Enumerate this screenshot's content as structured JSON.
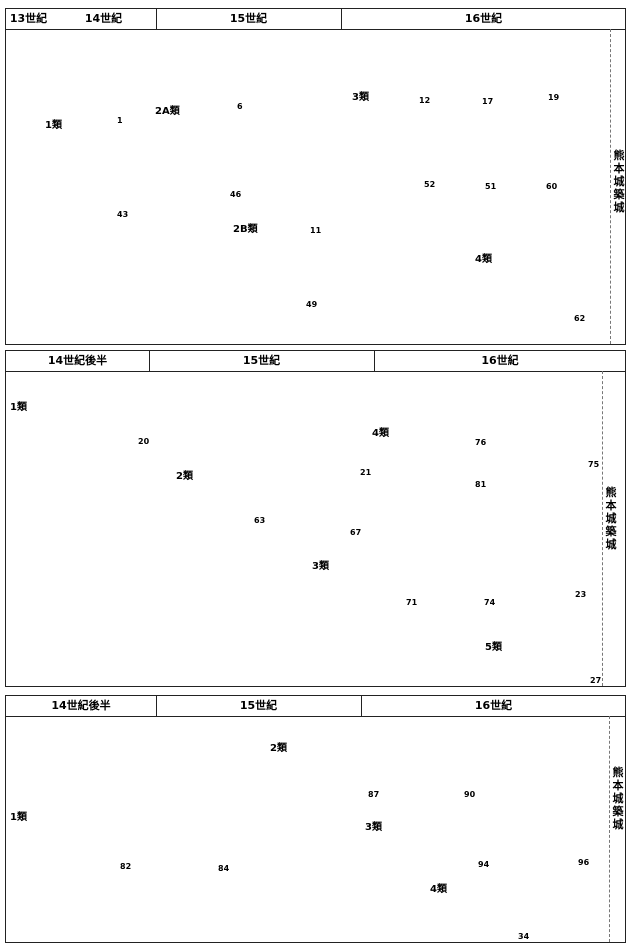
{
  "panels": [
    {
      "headers": [
        "13世紀",
        "14世紀",
        "15世紀",
        "16世紀"
      ],
      "side_label": "熊本城築城",
      "type_labels": [
        "1類",
        "2A類",
        "2B類",
        "3類",
        "4類"
      ],
      "numbers": [
        "1",
        "43",
        "6",
        "46",
        "11",
        "49",
        "12",
        "17",
        "19",
        "52",
        "51",
        "60",
        "62"
      ]
    },
    {
      "headers": [
        "14世紀後半",
        "15世紀",
        "16世紀"
      ],
      "side_label": "熊本城築城",
      "type_labels": [
        "1類",
        "2類",
        "3類",
        "4類",
        "5類"
      ],
      "numbers": [
        "20",
        "21",
        "63",
        "67",
        "76",
        "81",
        "75",
        "71",
        "74",
        "23",
        "27"
      ]
    },
    {
      "headers": [
        "14世紀後半",
        "15世紀",
        "16世紀"
      ],
      "side_label": "熊本城築城",
      "type_labels": [
        "1類",
        "2類",
        "3類",
        "4類"
      ],
      "numbers": [
        "82",
        "84",
        "87",
        "90",
        "94",
        "96",
        "34"
      ]
    }
  ]
}
